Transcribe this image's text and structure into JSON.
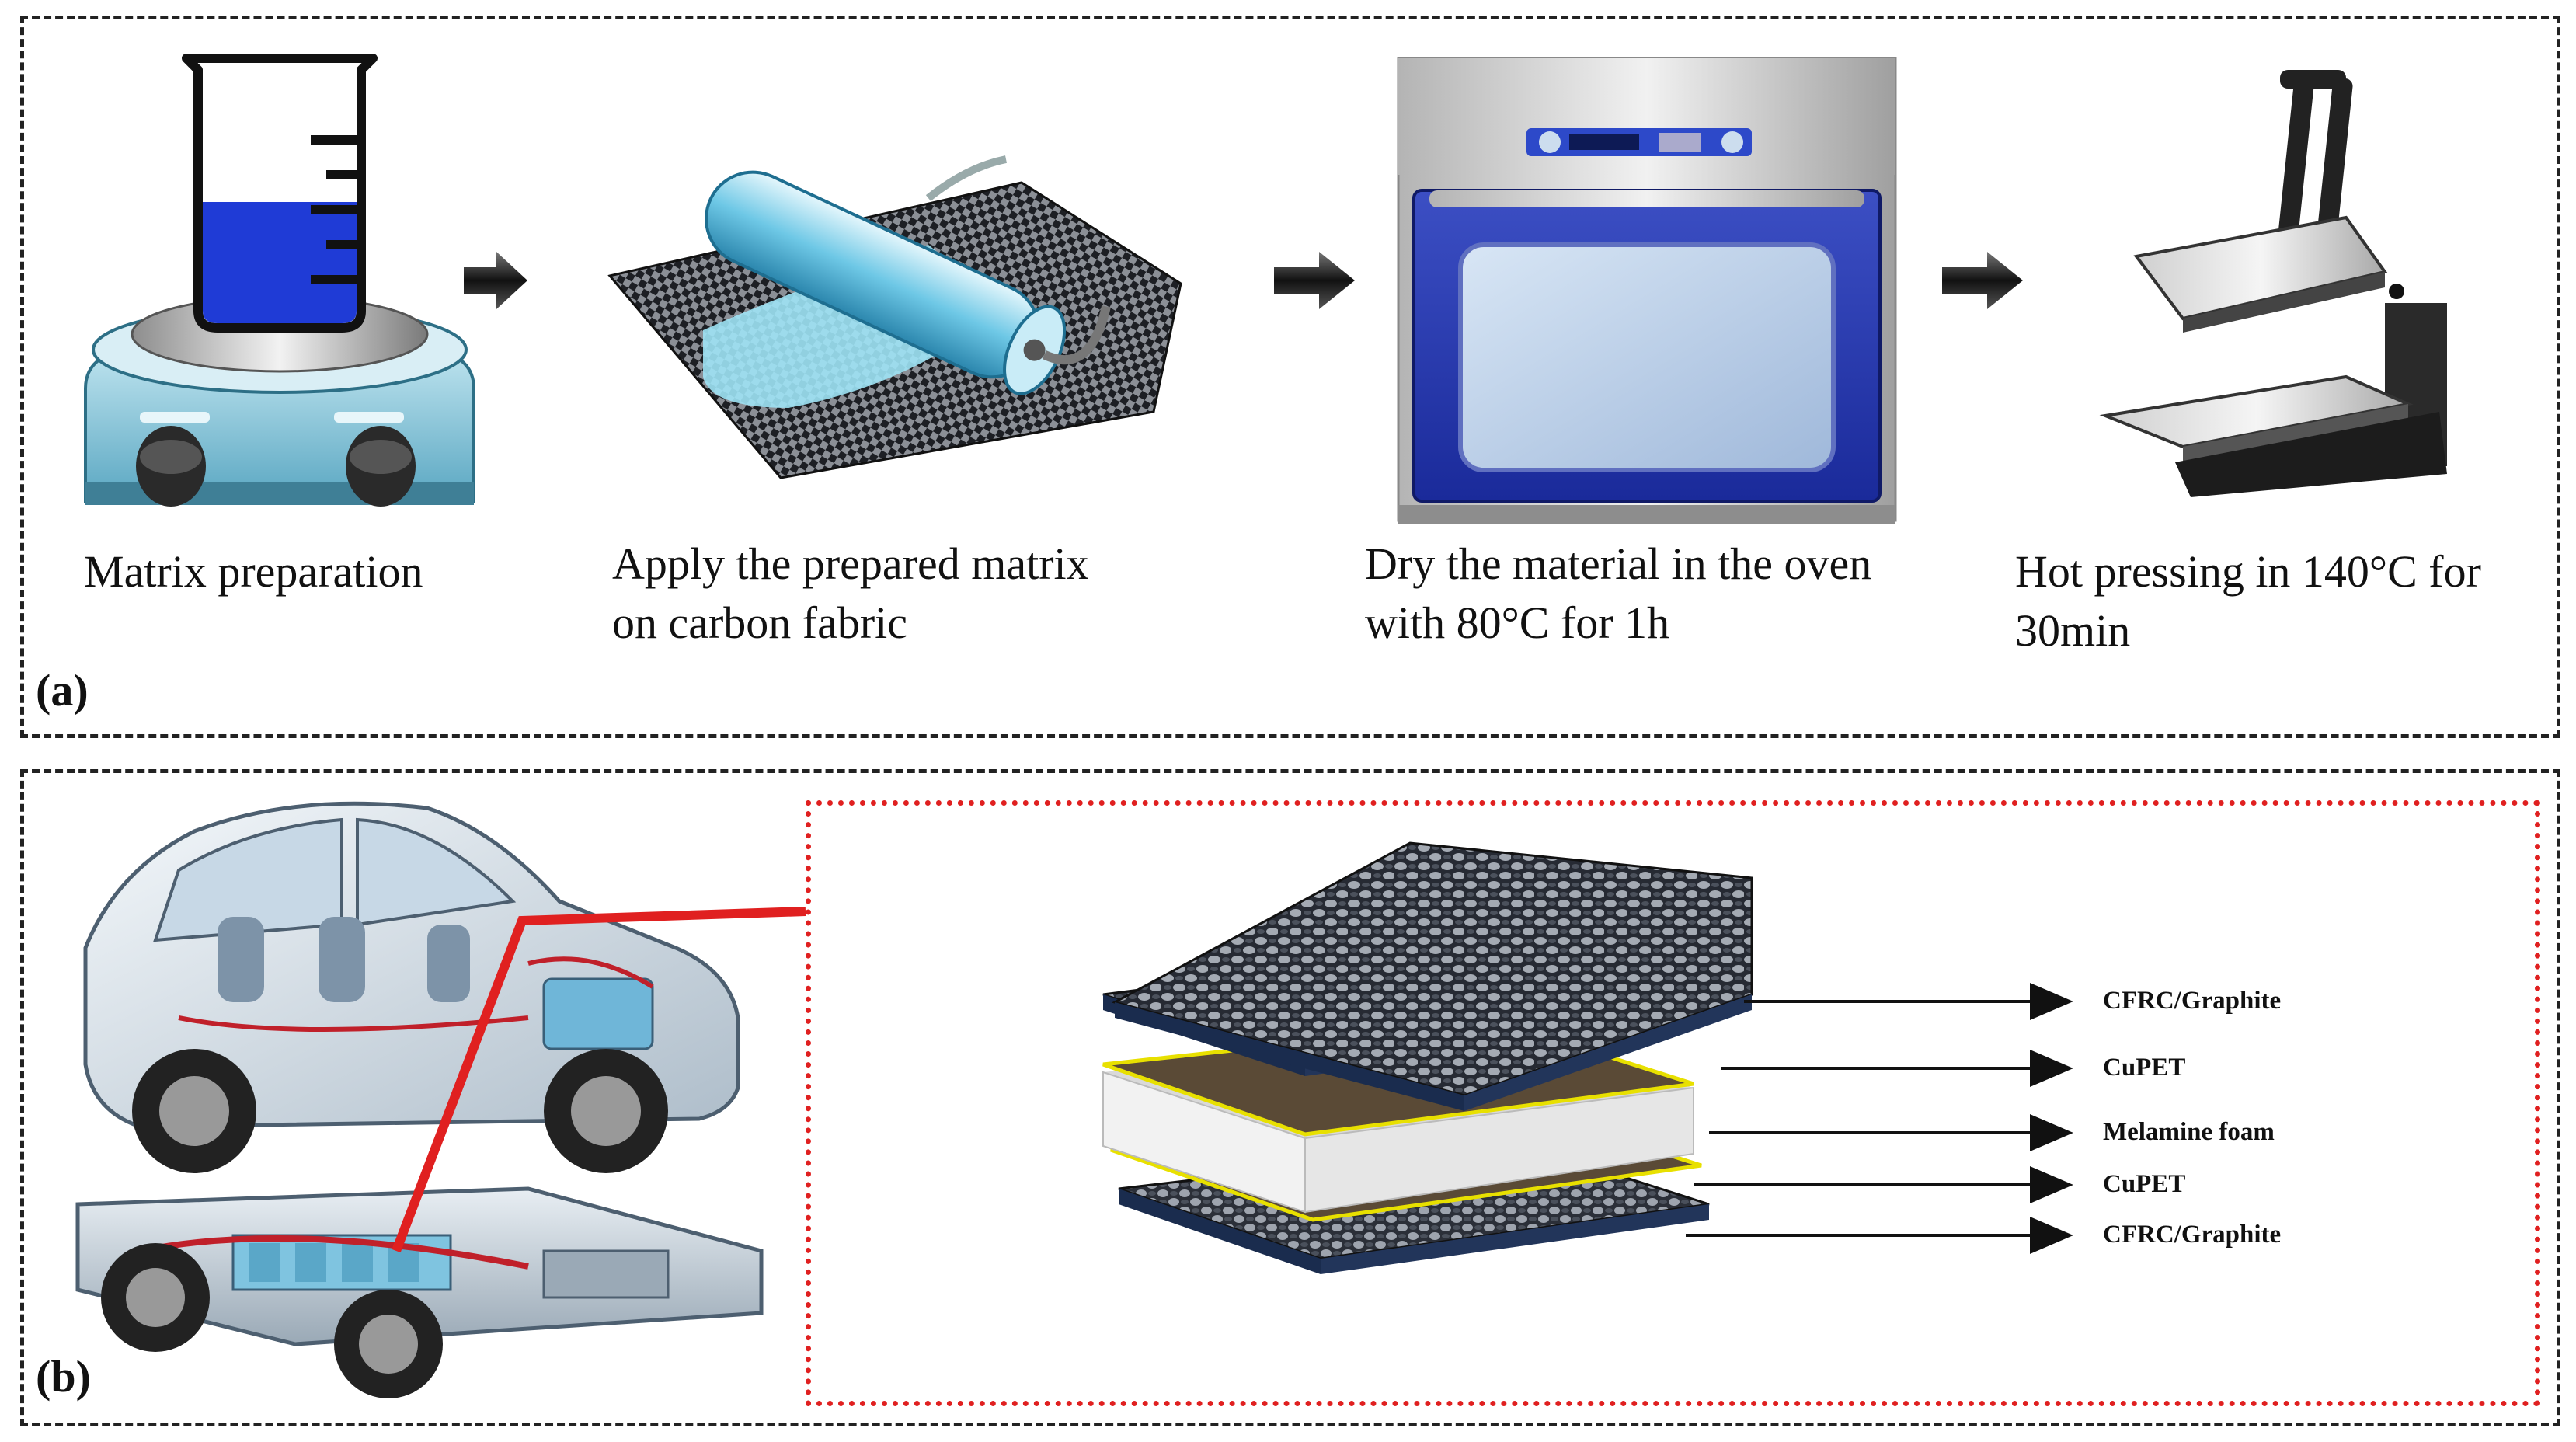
{
  "panels": {
    "a": {
      "label": "(a)",
      "steps": [
        {
          "icon": "magnetic-stirrer-beaker-icon",
          "caption": [
            "Matrix preparation"
          ]
        },
        {
          "icon": "roller-on-carbon-fabric-icon",
          "caption": [
            "Apply the prepared matrix",
            "on carbon fabric"
          ]
        },
        {
          "icon": "drying-oven-icon",
          "caption": [
            "Dry the material in the oven",
            "with 80°C for 1h"
          ]
        },
        {
          "icon": "heat-press-icon",
          "caption": [
            "Hot pressing in 140°C for",
            "30min"
          ]
        }
      ]
    },
    "b": {
      "label": "(b)",
      "layers": [
        "CFRC/Graphite",
        "CuPET",
        "Melamine foam",
        "CuPET",
        "CFRC/Graphite"
      ]
    }
  },
  "colors": {
    "frame": "#222222",
    "callout": "#e02020",
    "liquid": "#1f3bd6",
    "carbon": "#2b2f38",
    "cupet": "#5a4a36",
    "cupet_edge": "#e8e000",
    "foam": "#e9e9e9"
  }
}
